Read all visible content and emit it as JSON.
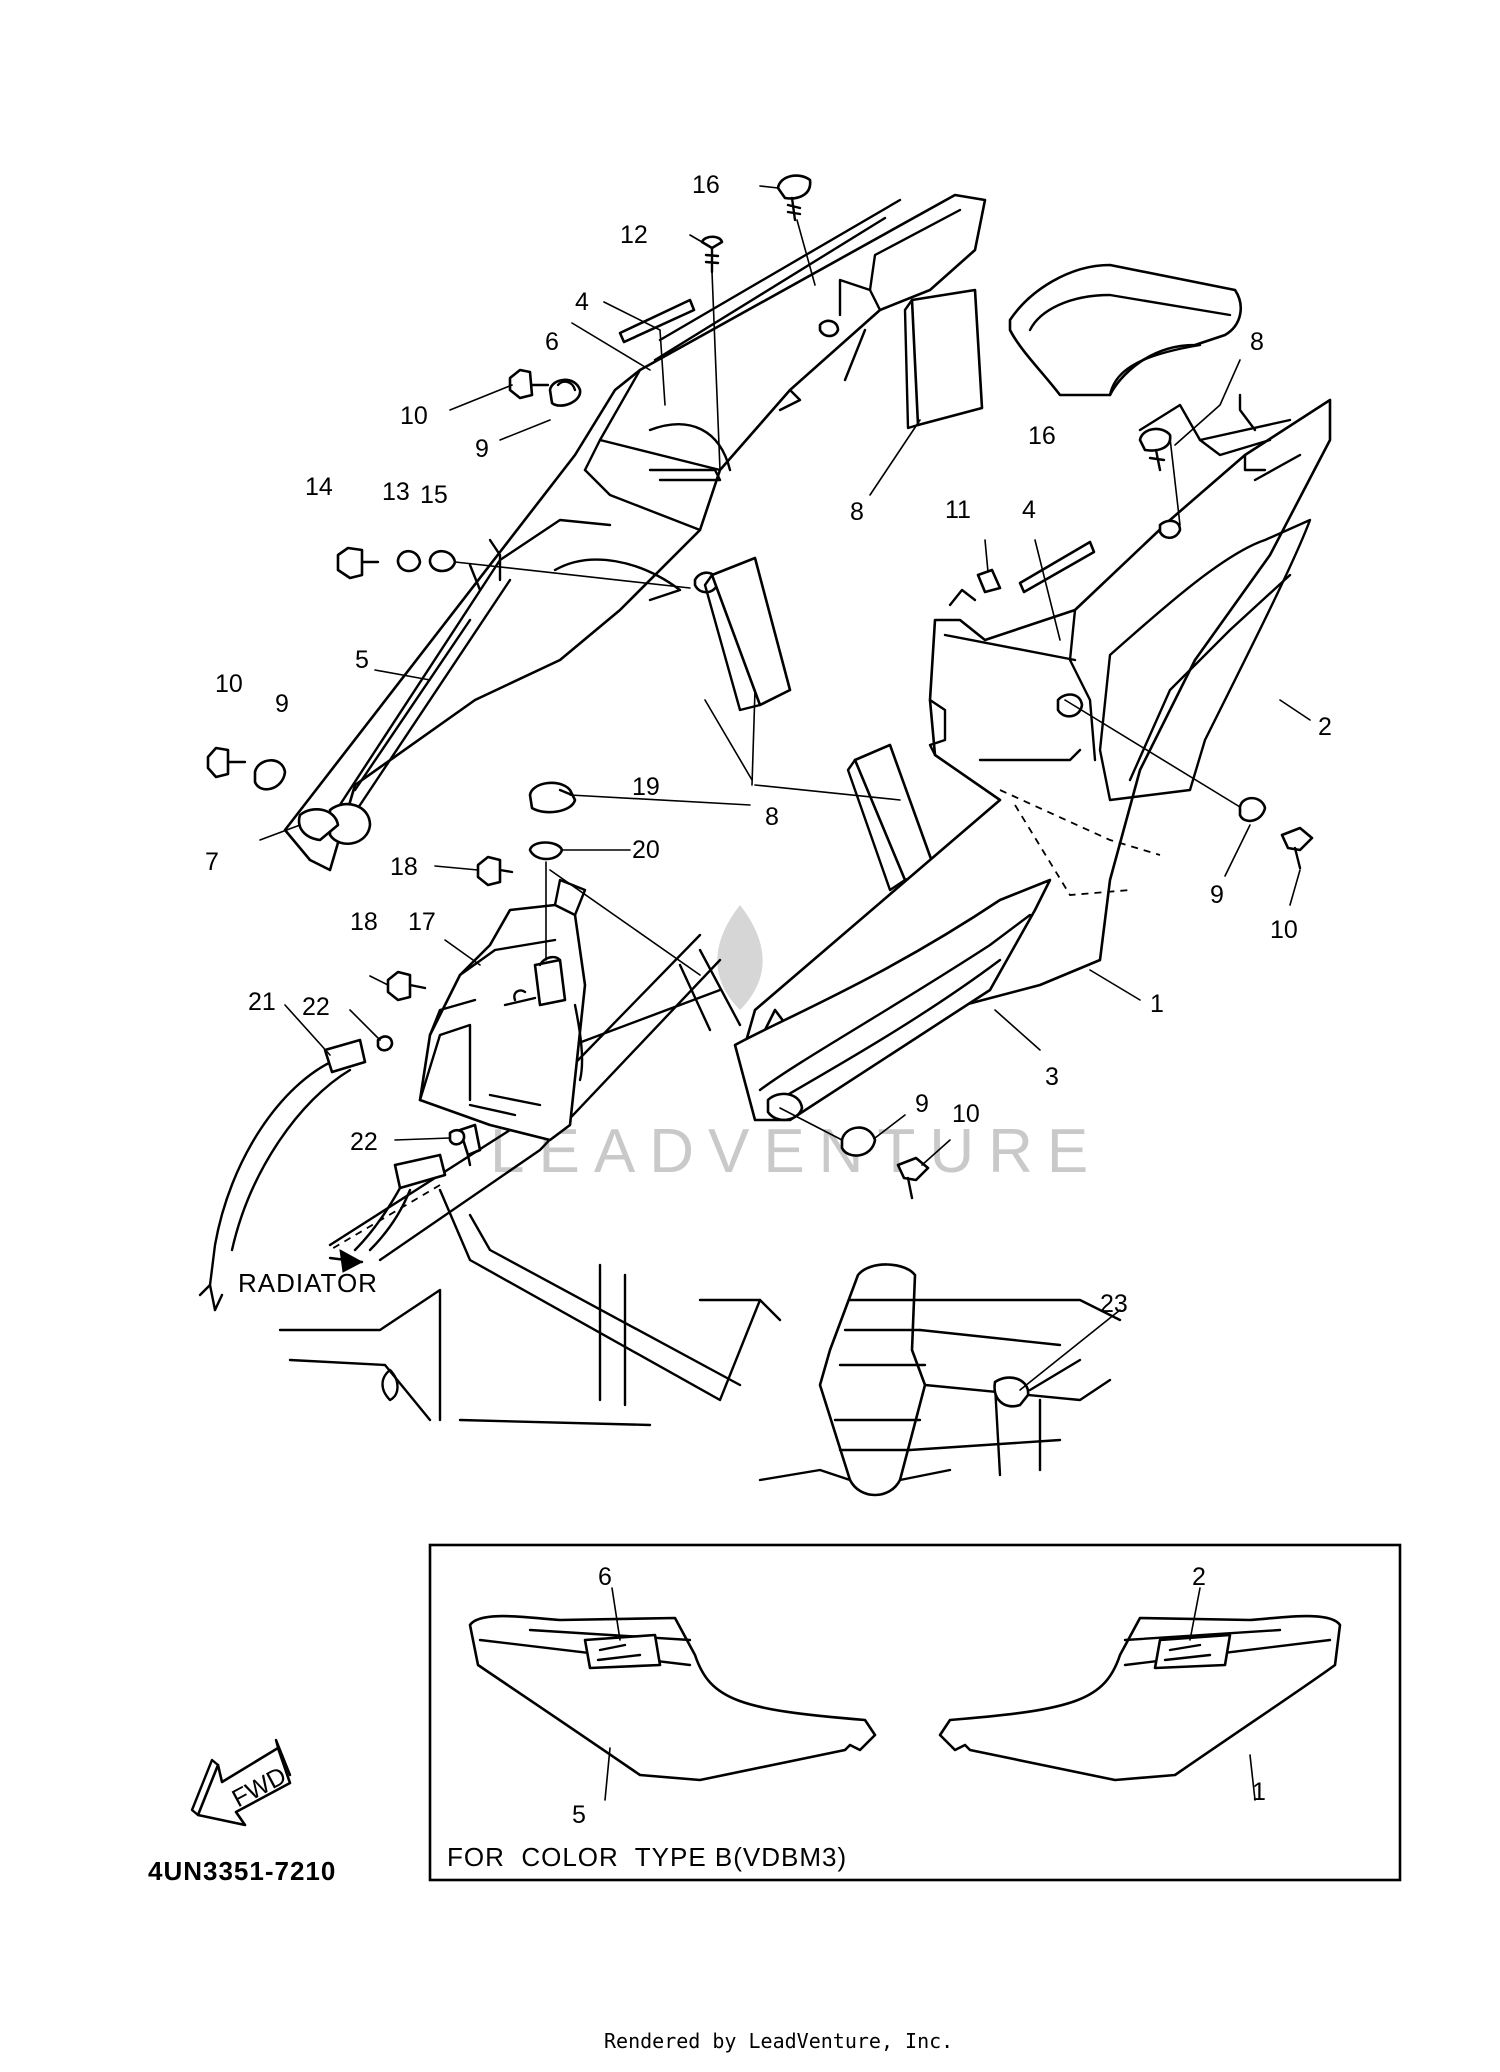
{
  "callouts": [
    "1",
    "2",
    "3",
    "4",
    "5",
    "6",
    "7",
    "8",
    "9",
    "10",
    "11",
    "12",
    "13",
    "14",
    "15",
    "16",
    "17",
    "18",
    "19",
    "20",
    "21",
    "22",
    "23"
  ],
  "radiator_label": "RADIATOR",
  "fwd_label": "FWD",
  "diagram_code": "4UN3351-7210",
  "inset": {
    "caption": "FOR  COLOR  TYPE B(VDBM3)",
    "labels": [
      "6",
      "2",
      "5",
      "1"
    ]
  },
  "watermark": "LEADVENTURE",
  "footer": "Rendered by LeadVenture, Inc."
}
